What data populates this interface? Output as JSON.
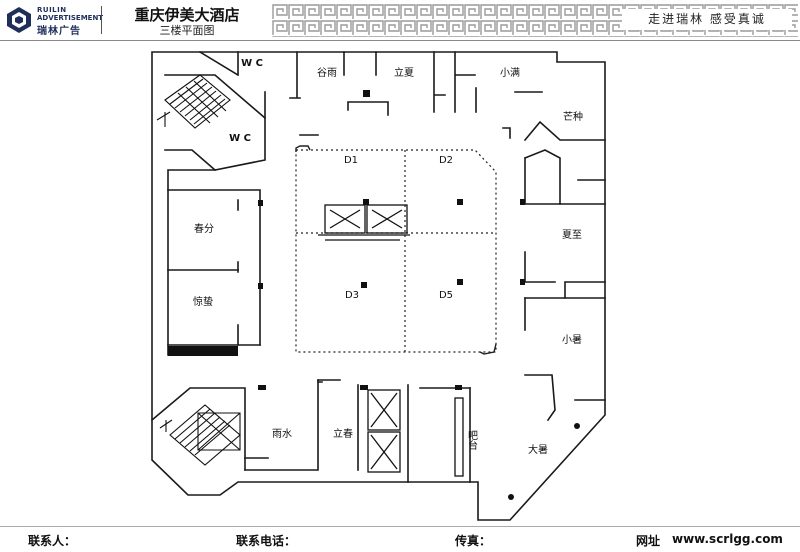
{
  "header": {
    "logo": {
      "line1": "RUILIN",
      "line2": "ADVERTISEMENT",
      "cn": "瑞林广告",
      "color": "#1f2f5a"
    },
    "hotel_name": "重庆伊美大酒店",
    "floor_title": "三楼平面图",
    "slogan": "走进瑞林   感受真诚"
  },
  "rooms": {
    "wc_top": "W C",
    "wc_bottom": "W C",
    "guyu": "谷雨",
    "lixia": "立夏",
    "xiaoman": "小满",
    "mangzhong": "芒种",
    "xiazhi": "夏至",
    "xiaoshu": "小暑",
    "dashu": "大暑",
    "chunfen": "春分",
    "jingzhe": "惊蛰",
    "yushui": "雨水",
    "lichun": "立春",
    "bar": "吧台",
    "d1": "D1",
    "d2": "D2",
    "d3": "D3",
    "d5": "D5"
  },
  "footer": {
    "contact_label": "联系人：",
    "phone_label": "联系电话：",
    "fax_label": "传真：",
    "website_label": "网址",
    "website": "www.scrlgg.com"
  }
}
